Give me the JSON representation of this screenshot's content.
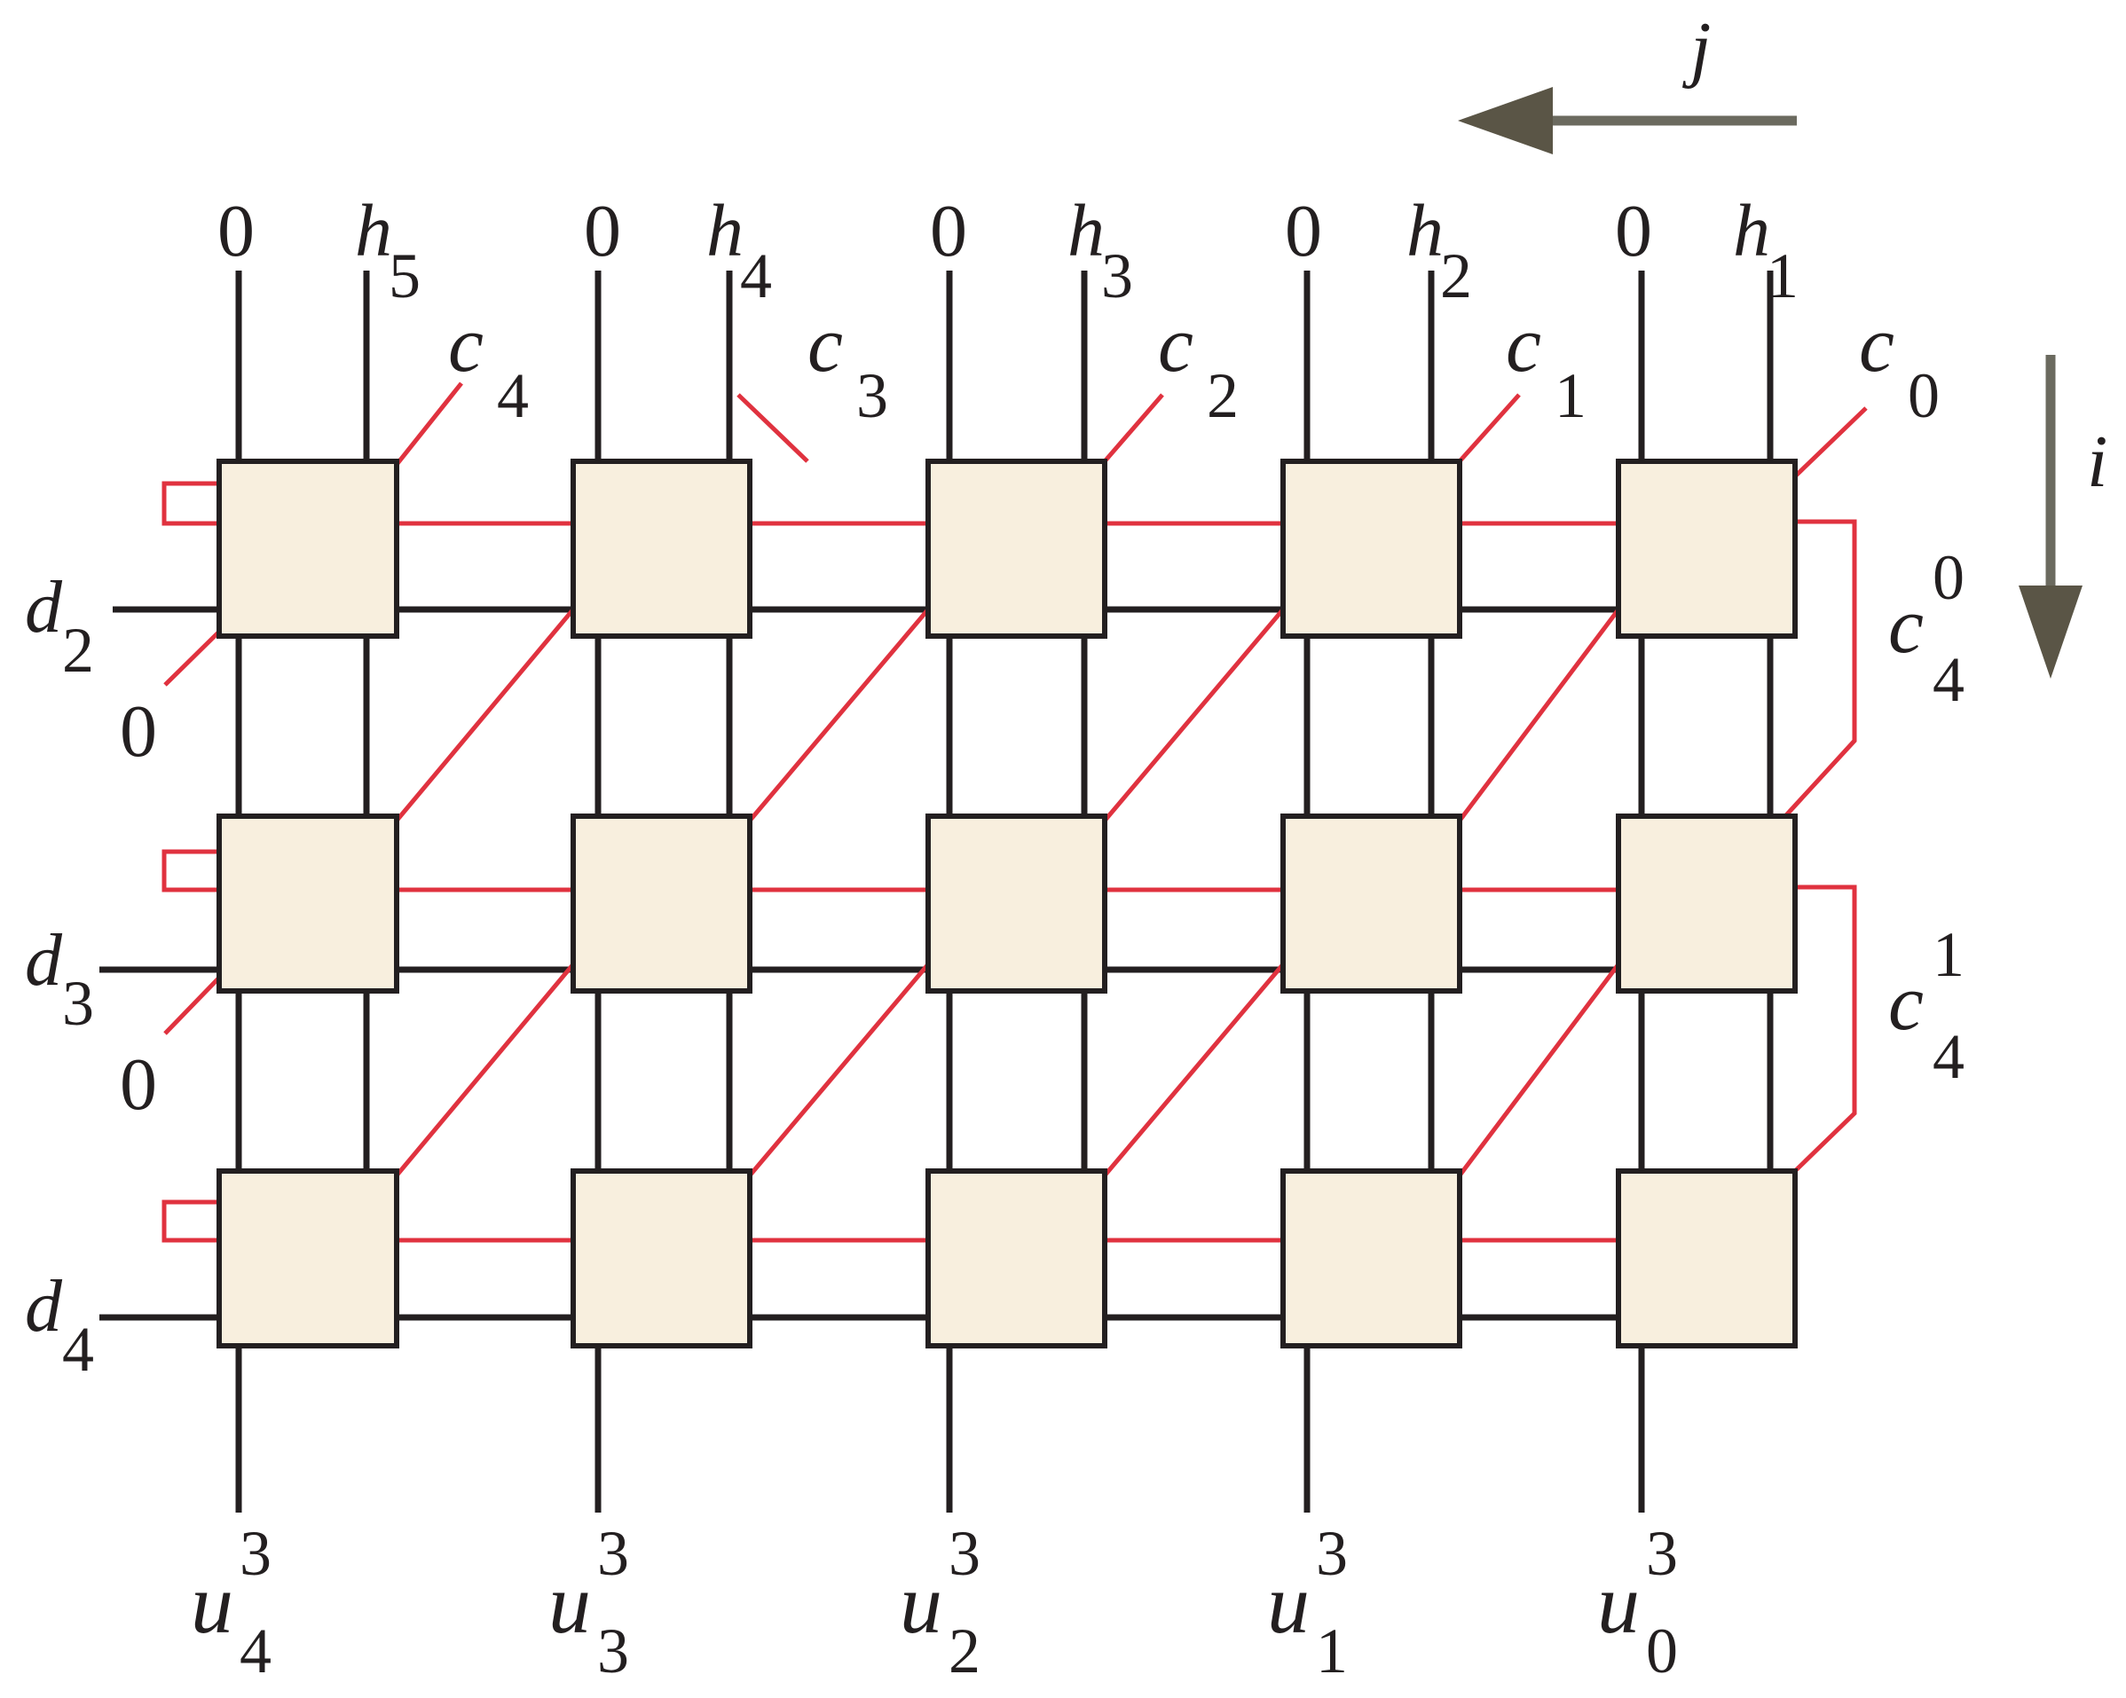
{
  "axes": {
    "j": "j",
    "i": "i"
  },
  "top_labels": [
    {
      "zero": "0",
      "h": "h",
      "h_sub": "5"
    },
    {
      "zero": "0",
      "h": "h",
      "h_sub": "4"
    },
    {
      "zero": "0",
      "h": "h",
      "h_sub": "3"
    },
    {
      "zero": "0",
      "h": "h",
      "h_sub": "2"
    },
    {
      "zero": "0",
      "h": "h",
      "h_sub": "1"
    }
  ],
  "c_labels": [
    {
      "c": "c",
      "sub": "4"
    },
    {
      "c": "c",
      "sub": "3"
    },
    {
      "c": "c",
      "sub": "2"
    },
    {
      "c": "c",
      "sub": "1"
    },
    {
      "c": "c",
      "sub": "0"
    }
  ],
  "left_labels": [
    {
      "d": "d",
      "sub": "2",
      "zero": "0"
    },
    {
      "d": "d",
      "sub": "3",
      "zero": "0"
    },
    {
      "d": "d",
      "sub": "4"
    }
  ],
  "right_labels": [
    {
      "c": "c",
      "sup": "0",
      "sub": "4"
    },
    {
      "c": "c",
      "sup": "1",
      "sub": "4"
    }
  ],
  "bottom_labels": [
    {
      "u": "u",
      "sup": "3",
      "sub": "4"
    },
    {
      "u": "u",
      "sup": "3",
      "sub": "3"
    },
    {
      "u": "u",
      "sup": "3",
      "sub": "2"
    },
    {
      "u": "u",
      "sup": "3",
      "sub": "1"
    },
    {
      "u": "u",
      "sup": "3",
      "sub": "0"
    }
  ],
  "colors": {
    "cell_fill": "#f8efde",
    "black_wire": "#231f20",
    "red_wire": "#e0323f",
    "arrow": "#5a5546"
  }
}
